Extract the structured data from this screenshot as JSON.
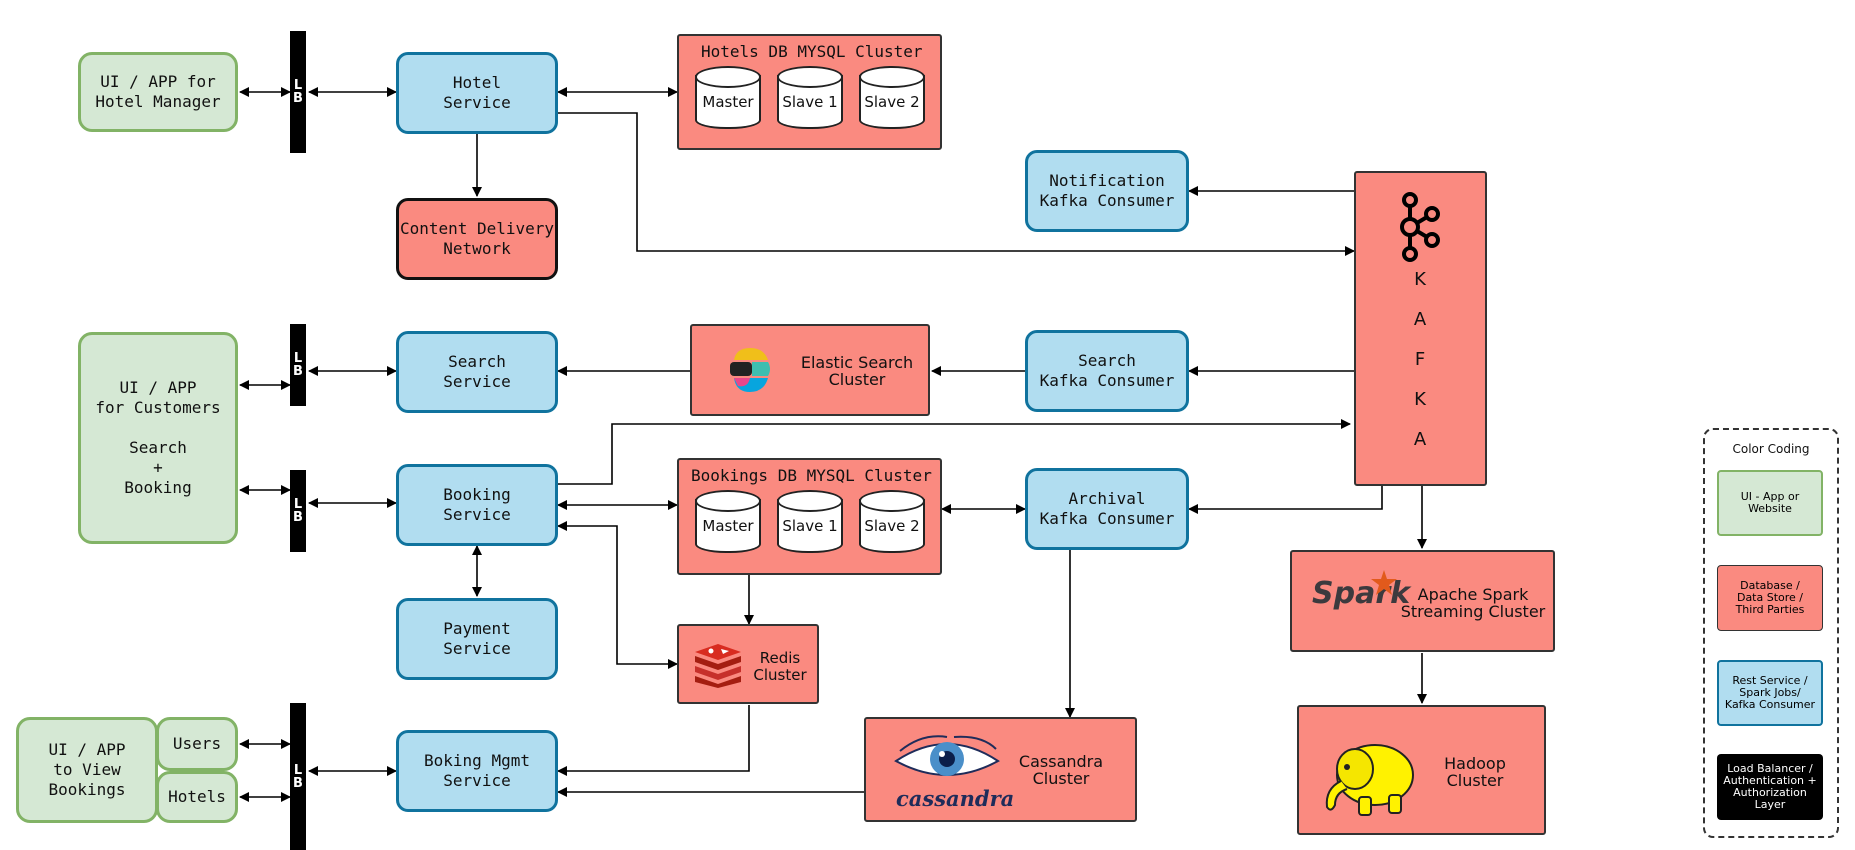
{
  "clients": {
    "hotel_manager": "UI / APP for\nHotel Manager",
    "customers": "UI / APP\nfor Customers\n\nSearch\n+\nBooking",
    "view_bookings": "UI / APP\nto View\nBookings",
    "users": "Users",
    "hotels": "Hotels"
  },
  "lb_label": [
    "L",
    "B"
  ],
  "services": {
    "hotel": "Hotel\nService",
    "search": "Search\nService",
    "booking": "Booking\nService",
    "payment": "Payment\nService",
    "booking_mgmt": "Boking Mgmt\nService",
    "notification_consumer": "Notification\nKafka Consumer",
    "search_consumer": "Search\nKafka Consumer",
    "archival_consumer": "Archival\nKafka Consumer"
  },
  "stores": {
    "cdn": "Content Delivery\nNetwork",
    "hotels_db_title": "Hotels DB MYSQL Cluster",
    "bookings_db_title": "Bookings DB MYSQL Cluster",
    "db_nodes": [
      "Master",
      "Slave 1",
      "Slave 2"
    ],
    "elastic": "Elastic Search\nCluster",
    "redis": "Redis\nCluster",
    "cassandra": "Cassandra\nCluster",
    "cassandra_logo": "cassandra",
    "spark": "Apache Spark\nStreaming Cluster",
    "spark_logo": "Spark",
    "hadoop": "Hadoop\nCluster",
    "kafka_letters": [
      "K",
      "A",
      "F",
      "K",
      "A"
    ]
  },
  "legend": {
    "title": "Color Coding",
    "items": [
      {
        "label": "UI - App or\nWebsite",
        "color": "#d5e8d4",
        "border": "#82b366"
      },
      {
        "label": "Database /\nData Store /\nThird Parties",
        "color": "#fa8a80",
        "border": "#333333"
      },
      {
        "label": "Rest Service /\nSpark Jobs/\nKafka Consumer",
        "color": "#b1ddf0",
        "border": "#10739e"
      },
      {
        "label": "Load Balancer /\nAuthentication +\nAuthorization\nLayer",
        "color": "#000000",
        "border": "#000000"
      }
    ]
  },
  "colors": {
    "ui": "#d5e8d4",
    "store": "#fa8a80",
    "service": "#b1ddf0",
    "lb": "#000000"
  }
}
